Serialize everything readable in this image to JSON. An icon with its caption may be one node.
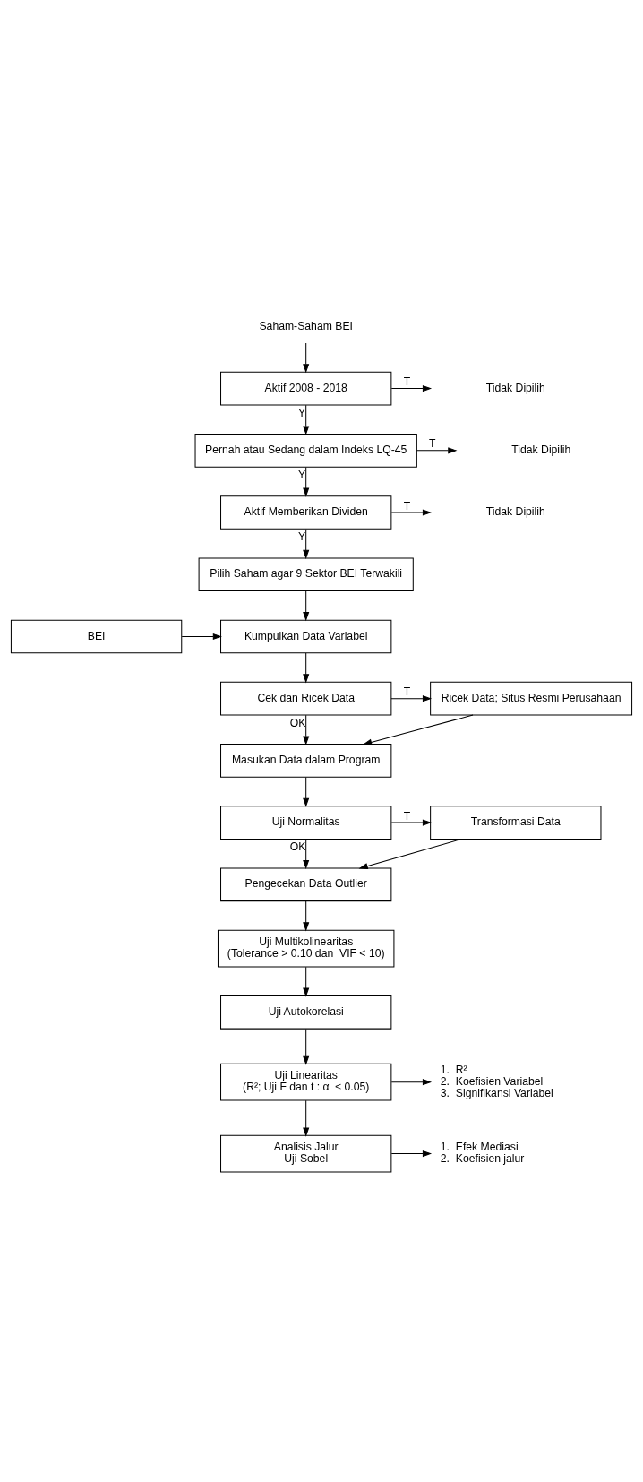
{
  "diagram": {
    "nodes": [
      {
        "text": [
          "Saham-Saham BEI"
        ]
      },
      {
        "text": [
          "Aktif 2008 - 2018"
        ]
      },
      {
        "text": [
          "Tidak Dipilih"
        ]
      },
      {
        "text": [
          "Pernah atau Sedang dalam Indeks LQ-45"
        ]
      },
      {
        "text": [
          "Tidak Dipilih"
        ]
      },
      {
        "text": [
          "Aktif Memberikan Dividen"
        ]
      },
      {
        "text": [
          "Tidak Dipilih"
        ]
      },
      {
        "text": [
          "Pilih Saham agar 9 Sektor BEI Terwakili"
        ]
      },
      {
        "text": [
          "Kumpulkan Data Variabel"
        ]
      },
      {
        "text": [
          "BEI"
        ]
      },
      {
        "text": [
          "Cek dan Ricek Data"
        ]
      },
      {
        "text": [
          "Ricek Data; Situs Resmi Perusahaan"
        ]
      },
      {
        "text": [
          "Masukan Data dalam Program"
        ]
      },
      {
        "text": [
          "Uji Normalitas"
        ]
      },
      {
        "text": [
          "Transformasi Data"
        ]
      },
      {
        "text": [
          "Pengecekan Data Outlier"
        ]
      },
      {
        "text": [
          "Uji Multikolinearitas",
          "(Tolerance > 0.10 dan  VIF < 10)"
        ]
      },
      {
        "text": [
          "Uji Autokorelasi"
        ]
      },
      {
        "text": [
          "Uji Linearitas",
          "(R²; Uji F dan t : α  ≤ 0.05)"
        ]
      },
      {
        "text": [
          "1.  R²",
          "2.  Koefisien Variabel",
          "3.  Signifikansi Variabel"
        ]
      },
      {
        "text": [
          "Analisis Jalur",
          "Uji Sobel"
        ]
      },
      {
        "text": [
          "1.  Efek Mediasi",
          "2.  Koefisien jalur"
        ]
      }
    ],
    "edges": [
      {
        "from": 0,
        "to": 1,
        "arrow": "to"
      },
      {
        "from": 1,
        "to": 2,
        "arrow": "to",
        "label": "T"
      },
      {
        "from": 1,
        "to": 3,
        "arrow": "to",
        "label": "Y"
      },
      {
        "from": 3,
        "to": 4,
        "arrow": "to",
        "label": "T"
      },
      {
        "from": 3,
        "to": 5,
        "arrow": "to",
        "label": "Y"
      },
      {
        "from": 5,
        "to": 6,
        "arrow": "to",
        "label": "T"
      },
      {
        "from": 5,
        "to": 7,
        "arrow": "to",
        "label": "Y"
      },
      {
        "from": 7,
        "to": 8,
        "arrow": "to"
      },
      {
        "from": 9,
        "to": 8,
        "arrow": "to"
      },
      {
        "from": 8,
        "to": 10,
        "arrow": "to"
      },
      {
        "from": 10,
        "to": 11,
        "arrow": "to",
        "label": "T"
      },
      {
        "from": 10,
        "to": 12,
        "arrow": "to",
        "label": "OK"
      },
      {
        "from": 11,
        "to": 12,
        "arrow": "to"
      },
      {
        "from": 12,
        "to": 13,
        "arrow": "to"
      },
      {
        "from": 13,
        "to": 14,
        "arrow": "to",
        "label": "T"
      },
      {
        "from": 13,
        "to": 15,
        "arrow": "to",
        "label": "OK"
      },
      {
        "from": 14,
        "to": 15,
        "arrow": "to"
      },
      {
        "from": 15,
        "to": 16,
        "arrow": "to"
      },
      {
        "from": 16,
        "to": 17,
        "arrow": "to"
      },
      {
        "from": 17,
        "to": 18,
        "arrow": "to"
      },
      {
        "from": 18,
        "to": 19,
        "arrow": "to"
      },
      {
        "from": 18,
        "to": 20,
        "arrow": "to"
      },
      {
        "from": 20,
        "to": 21,
        "arrow": "to"
      }
    ]
  }
}
